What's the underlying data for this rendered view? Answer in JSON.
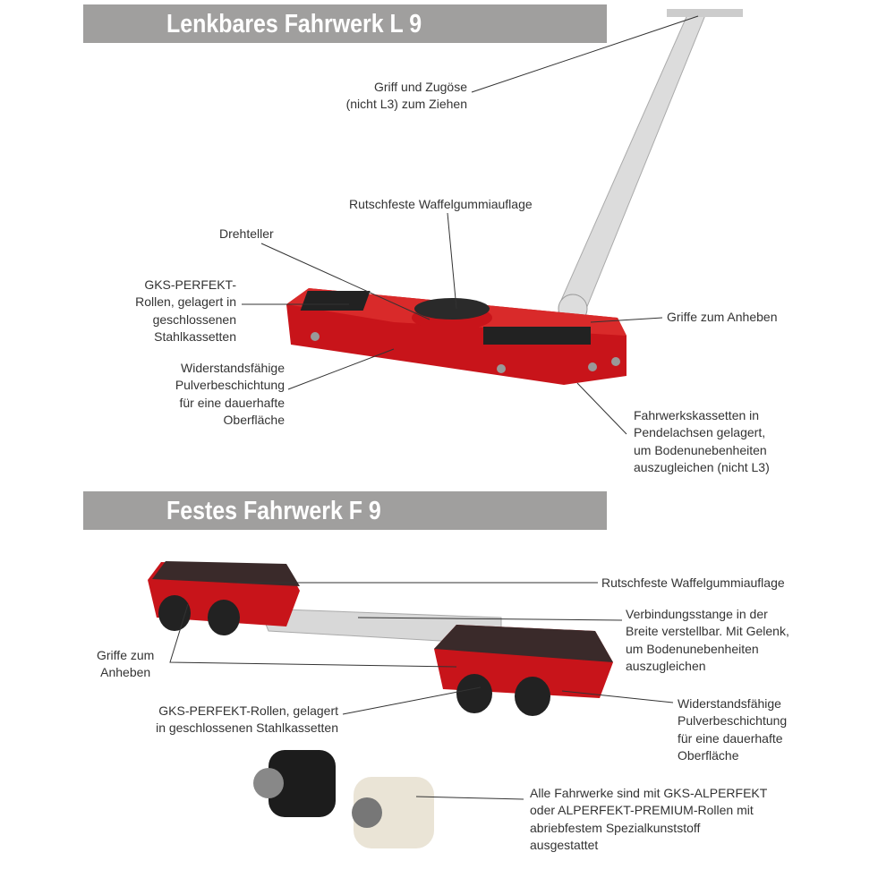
{
  "section1": {
    "title": "Lenkbares Fahrwerk L 9",
    "labels": {
      "griff": [
        "Griff und Zugöse",
        "(nicht L3) zum Ziehen"
      ],
      "waffel": [
        "Rutschfeste Waffelgummiauflage"
      ],
      "dreh": [
        "Drehteller"
      ],
      "rollen": [
        "GKS-PERFEKT-",
        "Rollen, gelagert in",
        "geschlossenen",
        "Stahlkassetten"
      ],
      "pulver": [
        "Widerstandsfähige",
        "Pulverbeschichtung",
        "für eine dauerhafte",
        "Oberfläche"
      ],
      "griffe": [
        "Griffe zum Anheben"
      ],
      "kassetten": [
        "Fahrwerkskassetten in",
        "Pendelachsen gelagert,",
        "um Bodenunebenheiten",
        "auszugleichen (nicht L3)"
      ]
    }
  },
  "section2": {
    "title": "Festes Fahrwerk F 9",
    "labels": {
      "waffel": [
        "Rutschfeste Waffelgummiauflage"
      ],
      "stange": [
        "Verbindungsstange in der",
        "Breite verstellbar. Mit Gelenk,",
        "um Bodenunebenheiten",
        "auszugleichen"
      ],
      "griffe": [
        "Griffe zum",
        "Anheben"
      ],
      "rollen": [
        "GKS-PERFEKT-Rollen, gelagert",
        "in geschlossenen Stahlkassetten"
      ],
      "pulver": [
        "Widerstandsfähige",
        "Pulverbeschichtung",
        "für eine dauerhafte",
        "Oberfläche"
      ],
      "alle": [
        "Alle Fahrwerke sind mit GKS-ALPERFEKT",
        "oder ALPERFEKT-PREMIUM-Rollen mit",
        "abriebfestem Spezialkunststoff",
        "ausgestattet"
      ]
    }
  },
  "colors": {
    "header": "#a09f9e",
    "red": "#d0141a"
  }
}
